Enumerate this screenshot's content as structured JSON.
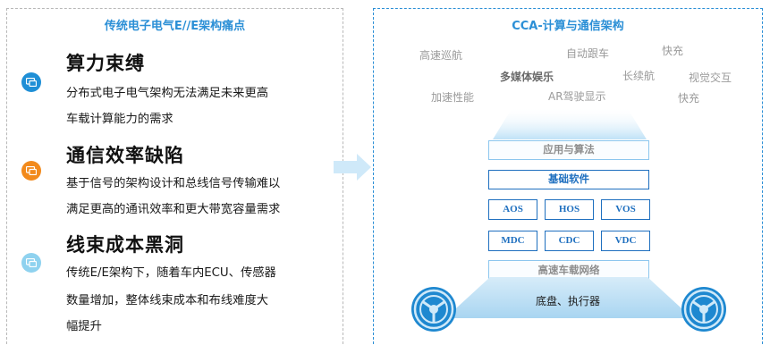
{
  "left": {
    "title": "传统电子电气E//E架构痛点",
    "pains": [
      {
        "title": "算力束缚",
        "desc": [
          "分布式电子电气架构无法满足未来更高",
          "车载计算能力的需求"
        ],
        "color": "#1f8fd6"
      },
      {
        "title": "通信效率缺陷",
        "desc": [
          "基于信号的架构设计和总线信号传输难以",
          "满足更高的通讯效率和更大带宽容量需求"
        ],
        "color": "#f28a1c"
      },
      {
        "title": "线束成本黑洞",
        "desc": [
          "传统E/E架构下，随着车内ECU、传感器",
          "数量增加，整体线束成本和布线难度大",
          "幅提升"
        ],
        "color": "#8fd2ef"
      }
    ]
  },
  "right": {
    "title": "CCA-计算与通信架构",
    "features": {
      "f1": "高速巡航",
      "f2": "自动跟车",
      "f3": "快充",
      "f4": "多媒体娱乐",
      "f5": "长续航",
      "f6": "视觉交互",
      "f7": "加速性能",
      "f8": "AR驾驶显示",
      "f9": "快充"
    },
    "stack": {
      "apps": "应用与算法",
      "base": "基础软件",
      "aos": "AOS",
      "hos": "HOS",
      "vos": "VOS",
      "mdc": "MDC",
      "cdc": "CDC",
      "vdc": "VDC",
      "network": "高速车载网络",
      "chassis": "底盘、执行器"
    }
  },
  "colors": {
    "accent": "#2b8fd6",
    "dark_blue": "#1e6fbf",
    "light_blue": "#cfe8f8",
    "arrow": "#cfe9f9"
  },
  "icons": {
    "pain": "chat-screen-icon",
    "wheel": "steering-wheel-icon",
    "arrow": "right-arrow-icon"
  }
}
